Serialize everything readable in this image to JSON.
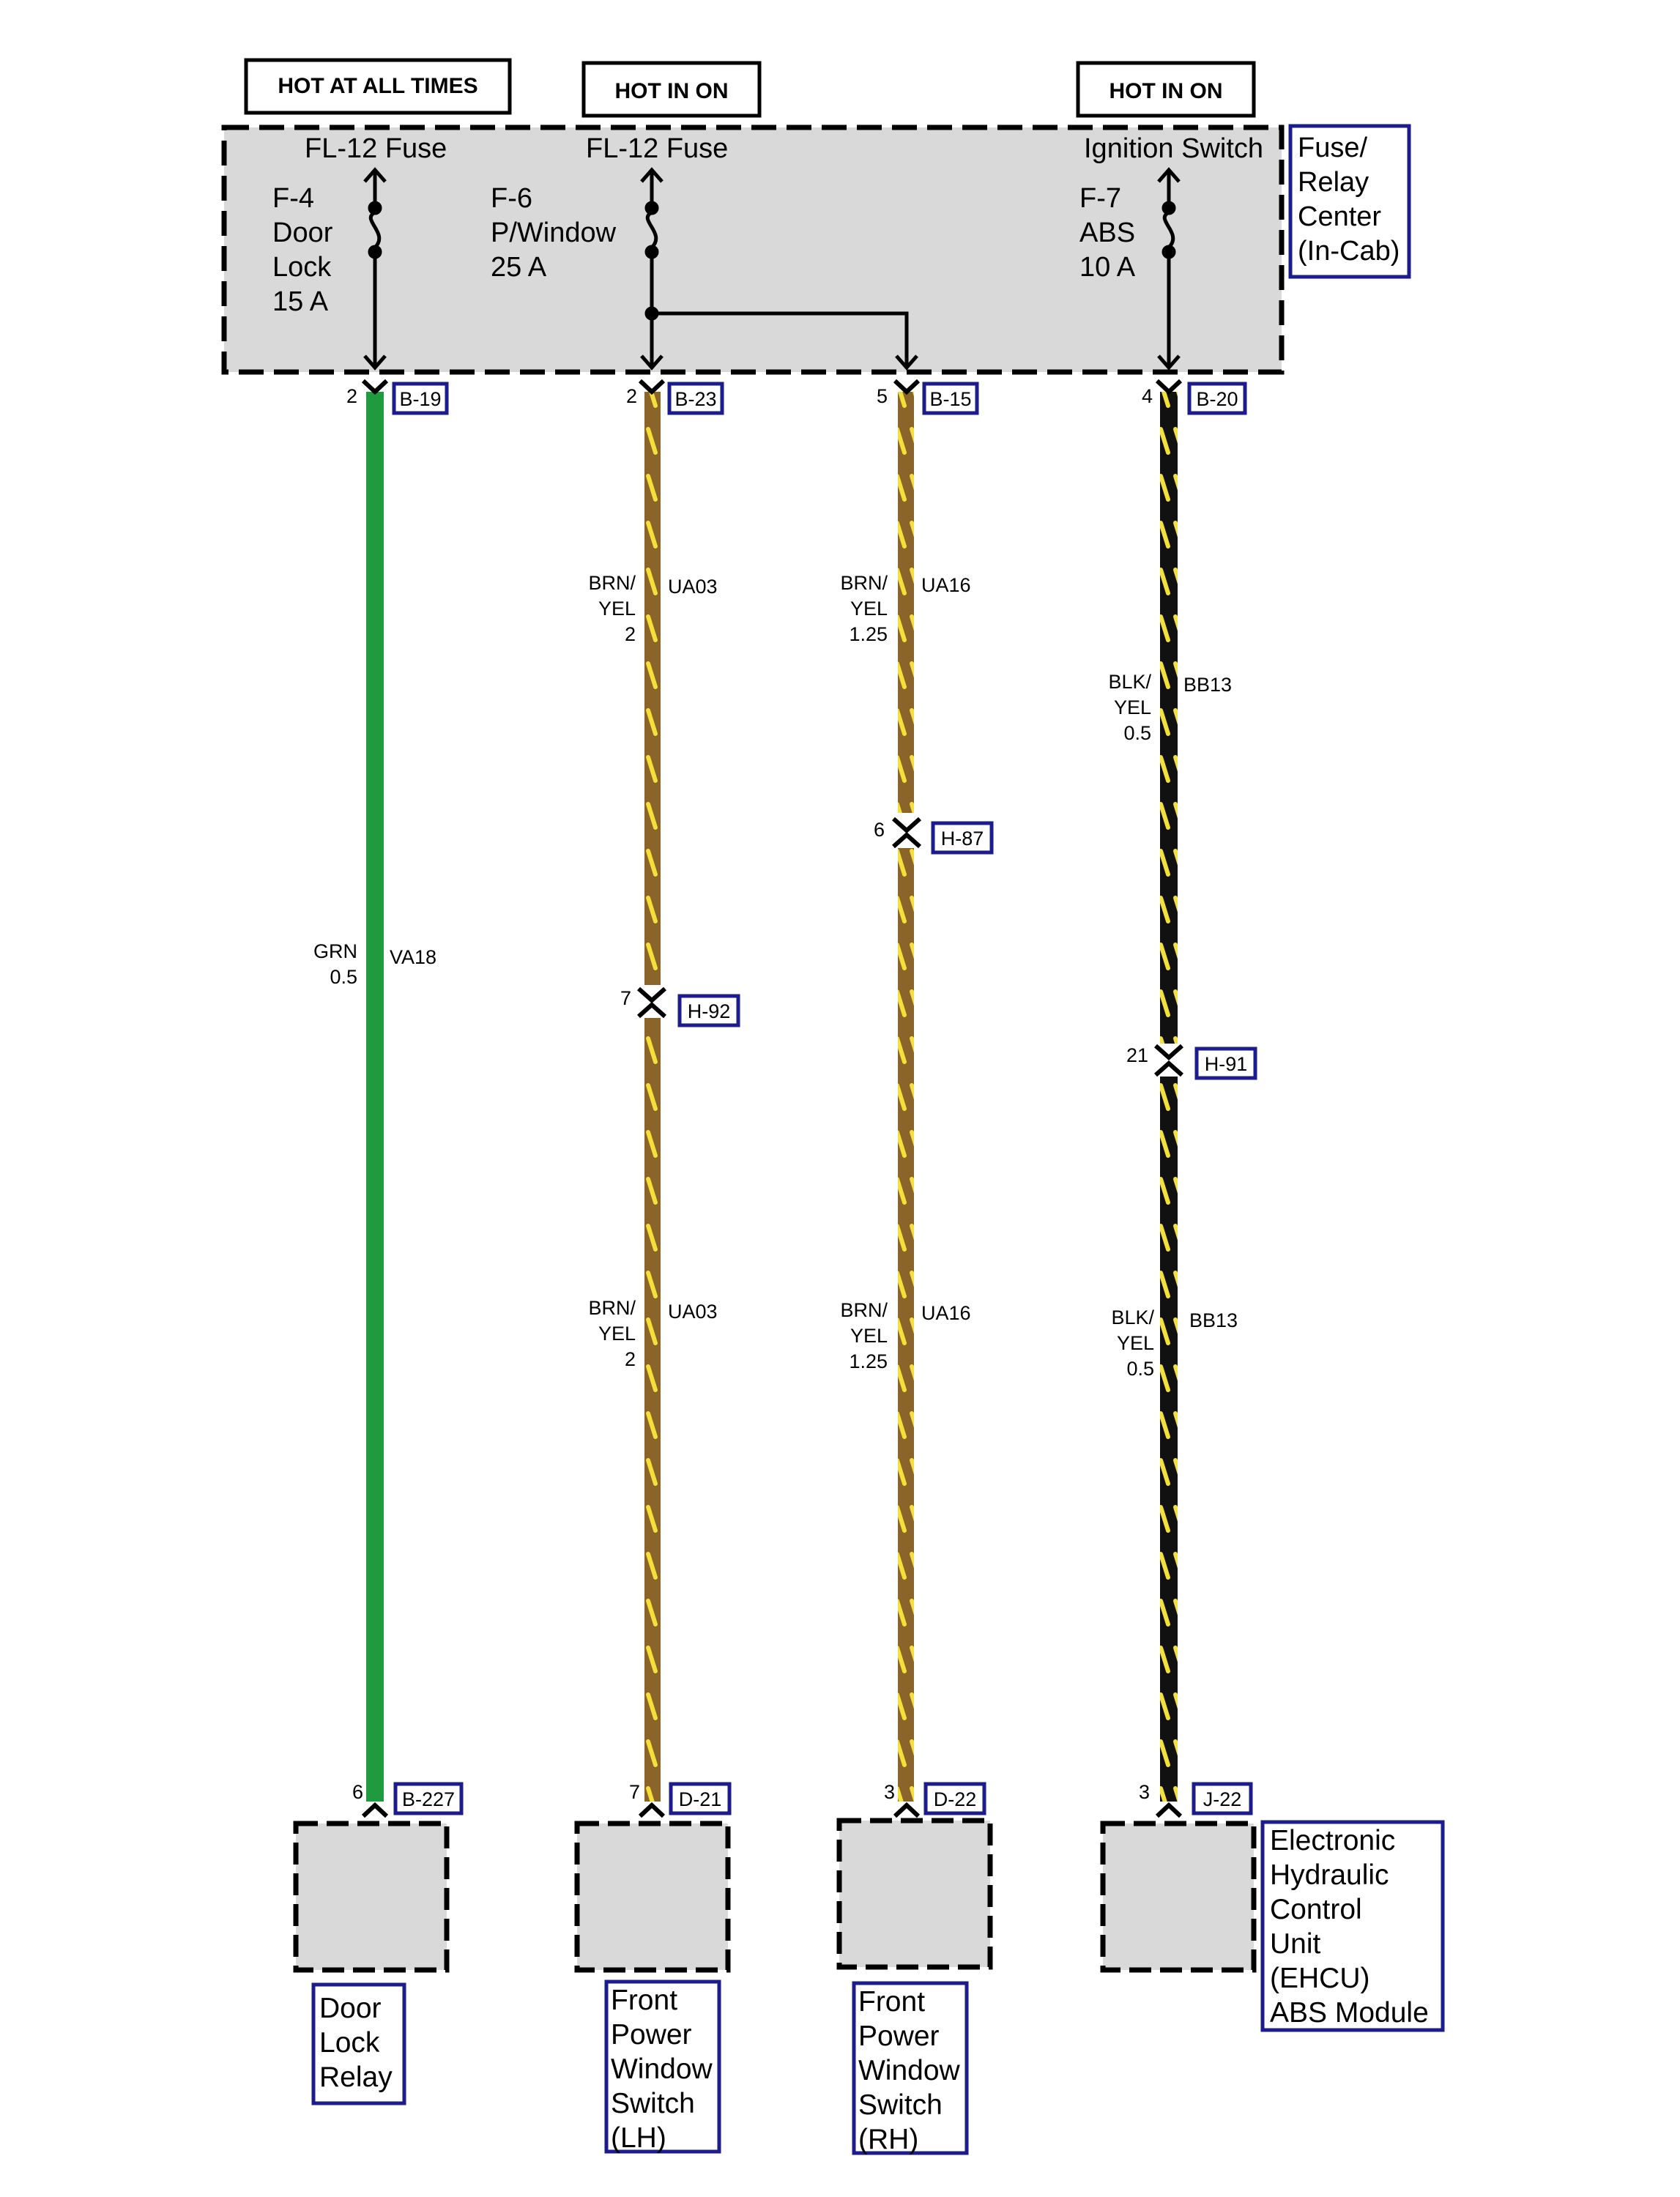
{
  "hot_labels": [
    "HOT AT ALL TIMES",
    "HOT IN ON",
    "HOT IN ON"
  ],
  "fuse_box": {
    "sources": [
      "FL-12 Fuse",
      "FL-12 Fuse",
      "Ignition Switch"
    ],
    "label": [
      "Fuse/",
      "Relay",
      "Center",
      "(In-Cab)"
    ],
    "fuses": [
      [
        "F-4",
        "Door",
        "Lock",
        "15 A"
      ],
      [
        "F-6",
        "P/Window",
        "25 A"
      ],
      [
        "F-7",
        "ABS",
        "10 A"
      ]
    ]
  },
  "wires": [
    {
      "top_pin": "2",
      "top_connector": "B-19",
      "color": "#1f9a3e",
      "stripe": null,
      "segments": [
        {
          "color": [
            "GRN",
            "0.5"
          ],
          "circuit": "VA18"
        }
      ],
      "bottom_pin": "6",
      "bottom_connector": "B-227",
      "component": [
        "Door",
        "Lock",
        "Relay"
      ]
    },
    {
      "top_pin": "2",
      "top_connector": "B-23",
      "color": "#8a6428",
      "stripe": "#f4e03a",
      "inline": {
        "pin": "7",
        "connector": "H-92"
      },
      "segments": [
        {
          "color": [
            "BRN/",
            "YEL",
            "2"
          ],
          "circuit": "UA03"
        },
        {
          "color": [
            "BRN/",
            "YEL",
            "2"
          ],
          "circuit": "UA03"
        }
      ],
      "bottom_pin": "7",
      "bottom_connector": "D-21",
      "component": [
        "Front",
        "Power",
        "Window",
        "Switch",
        "(LH)"
      ]
    },
    {
      "top_pin": "5",
      "top_connector": "B-15",
      "color": "#8a6428",
      "stripe": "#f4e03a",
      "inline": {
        "pin": "6",
        "connector": "H-87"
      },
      "segments": [
        {
          "color": [
            "BRN/",
            "YEL",
            "1.25"
          ],
          "circuit": "UA16"
        },
        {
          "color": [
            "BRN/",
            "YEL",
            "1.25"
          ],
          "circuit": "UA16"
        }
      ],
      "bottom_pin": "3",
      "bottom_connector": "D-22",
      "component": [
        "Front",
        "Power",
        "Window",
        "Switch",
        "(RH)"
      ]
    },
    {
      "top_pin": "4",
      "top_connector": "B-20",
      "color": "#111111",
      "stripe": "#f4e03a",
      "inline": {
        "pin": "21",
        "connector": "H-91"
      },
      "segments": [
        {
          "color": [
            "BLK/",
            "YEL",
            "0.5"
          ],
          "circuit": "BB13"
        },
        {
          "color": [
            "BLK/",
            "YEL",
            "0.5"
          ],
          "circuit": "BB13"
        }
      ],
      "bottom_pin": "3",
      "bottom_connector": "J-22",
      "component": [
        "Electronic",
        "Hydraulic",
        "Control",
        "Unit",
        "(EHCU)",
        "ABS Module"
      ]
    }
  ]
}
